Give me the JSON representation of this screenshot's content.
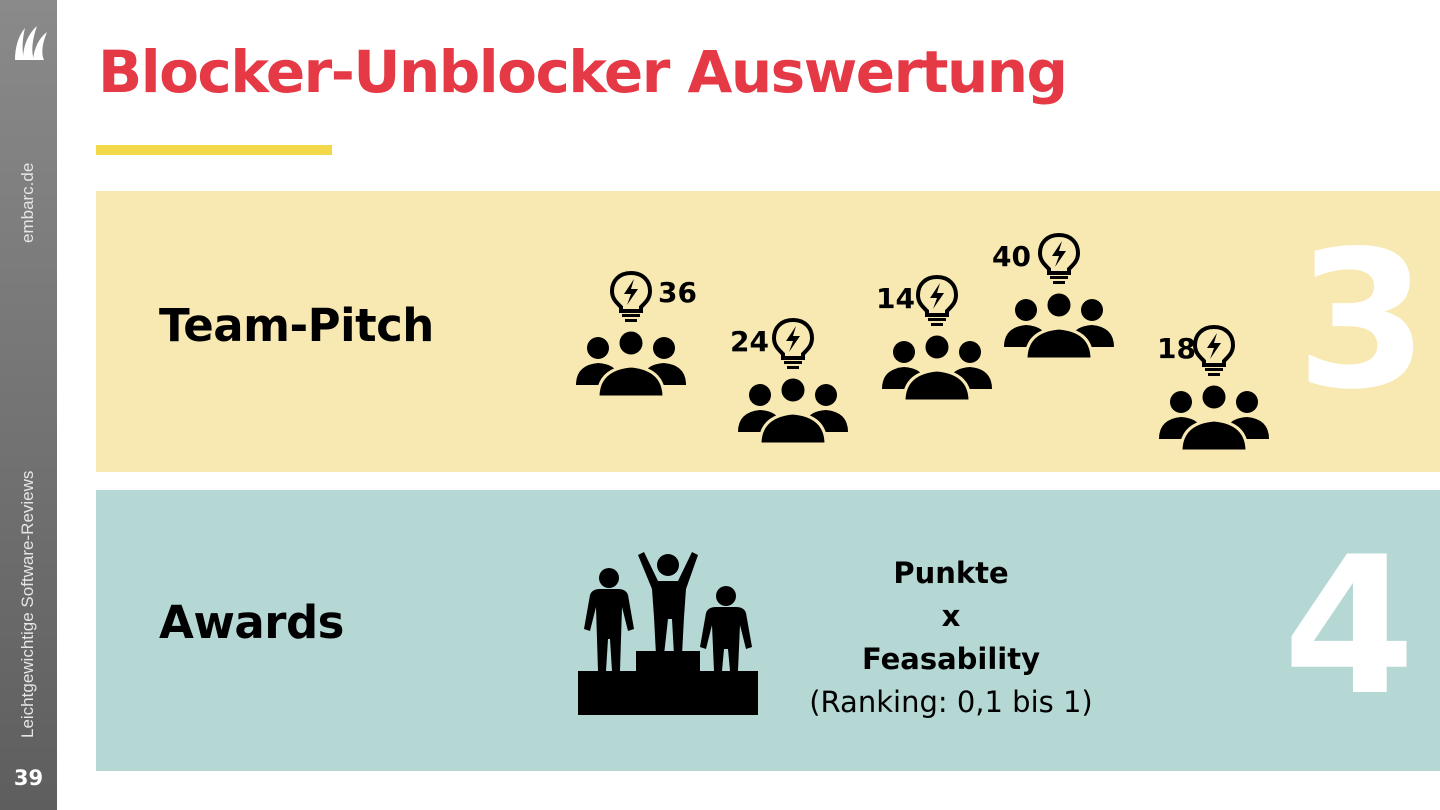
{
  "sidebar": {
    "website": "embarc.de",
    "tagline": "Leichtgewichtige Software-Reviews",
    "page_number": "39"
  },
  "slide": {
    "title": "Blocker-Unblocker Auswertung",
    "accent_color": "#e63946",
    "underline_color": "#f3d84a"
  },
  "team_pitch": {
    "label": "Team-Pitch",
    "step_number": "3",
    "background": "#f8e9b3",
    "teams": [
      {
        "count": "36",
        "icon": "team-with-idea-bulb-icon"
      },
      {
        "count": "24",
        "icon": "team-with-idea-bulb-icon"
      },
      {
        "count": "14",
        "icon": "team-with-idea-bulb-icon"
      },
      {
        "count": "40",
        "icon": "team-with-idea-bulb-icon"
      },
      {
        "count": "18",
        "icon": "team-with-idea-bulb-icon"
      }
    ]
  },
  "awards": {
    "label": "Awards",
    "step_number": "4",
    "background": "#b5d8d5",
    "icon": "winners-podium-icon",
    "formula": {
      "line1": "Punkte",
      "line2": "x",
      "line3": "Feasability",
      "line4": "(Ranking: 0,1 bis 1)"
    }
  }
}
